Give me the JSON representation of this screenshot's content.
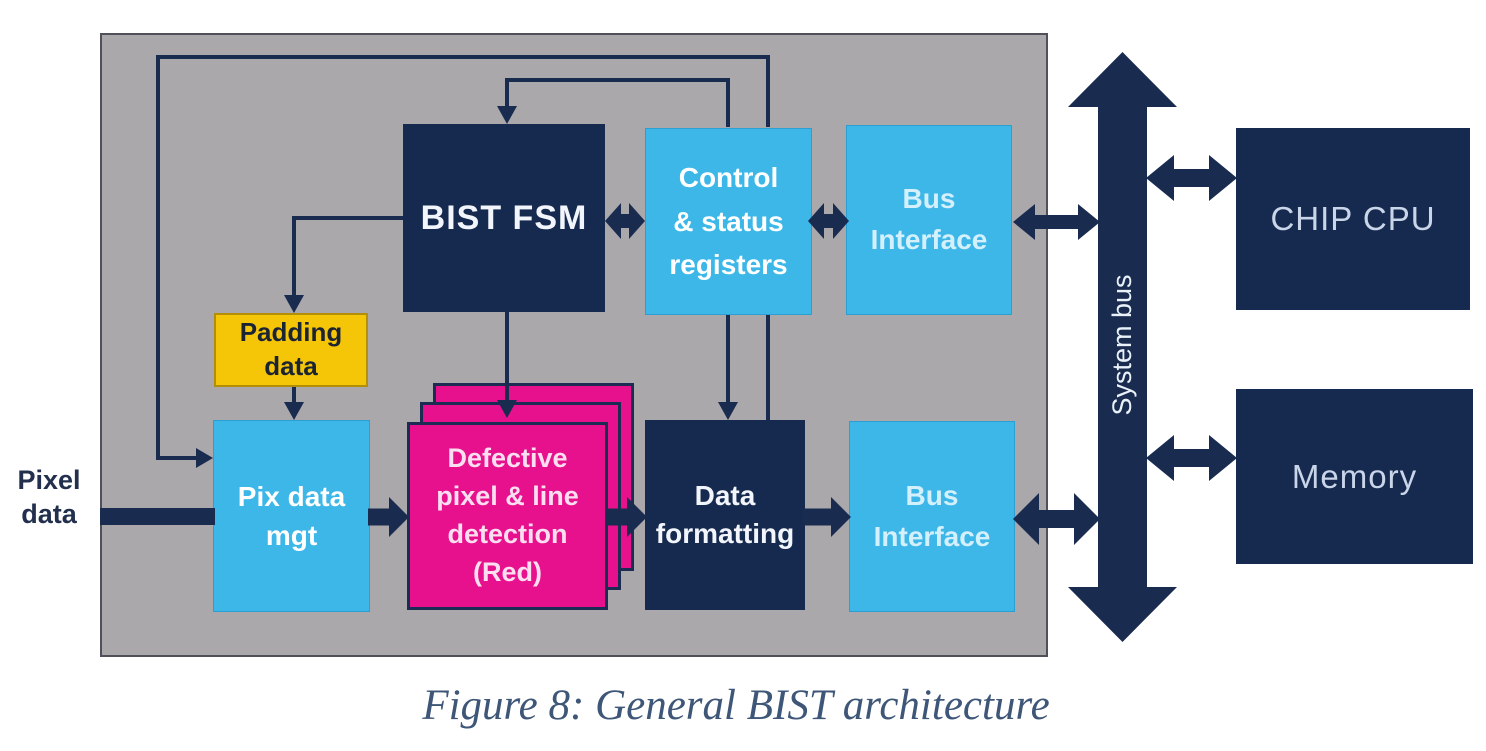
{
  "diagram": {
    "caption": "Figure 8: General BIST architecture",
    "external_input_label": "Pixel\ndata",
    "system_bus_label": "System bus",
    "blocks": {
      "bist_fsm": "BIST FSM",
      "control_status_registers": "Control\n& status\nregisters",
      "bus_interface_top": "Bus\nInterface",
      "padding_data": "Padding\ndata",
      "pix_data_mgt": "Pix data\nmgt",
      "defective_detection": "Defective\npixel & line\ndetection\n(Red)",
      "data_formatting": "Data\nformatting",
      "bus_interface_bottom": "Bus\nInterface",
      "chip_cpu": "CHIP CPU",
      "memory": "Memory"
    },
    "colors": {
      "navy": "#16294E",
      "light_blue": "#3DB7E8",
      "pink": "#E8118D",
      "yellow": "#F5C508",
      "container_gray": "#ABA8AB",
      "connector": "#1A2B50",
      "caption_text": "#3E5677"
    }
  }
}
